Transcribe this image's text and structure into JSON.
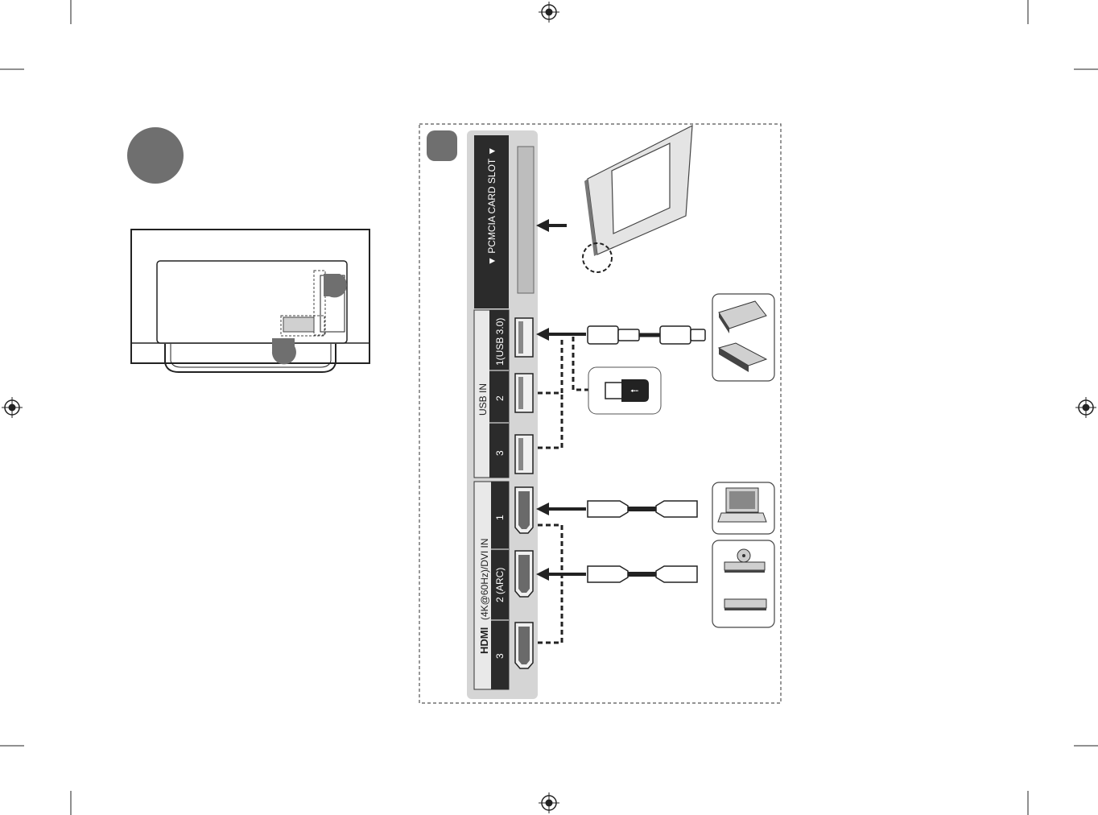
{
  "labels": {
    "pcmcia": "▼ PCMCIA CARD SLOT ▼",
    "usb_in": "USB IN",
    "usb_symbol": "⭠",
    "usb_port_1": "1(USB 3.0)",
    "usb_port_2": "2",
    "usb_port_3": "3",
    "hdmi_logo": "HDMI",
    "hdmi_title": "(4K@60Hz)/DVI IN",
    "hdmi_port_1": "1",
    "hdmi_port_2": "2 (ARC)",
    "hdmi_port_3": "3"
  },
  "colors": {
    "step_badge": "#6f6f6f",
    "panel_dark": "#2b2b2b",
    "panel_light": "#d5d5d5",
    "line": "#222222"
  },
  "icons": [
    "registration-mark-icon",
    "usb-hdd-icon",
    "usb-hub-icon",
    "usb-stick-icon",
    "laptop-icon",
    "dvd-player-icon",
    "set-top-box-icon",
    "ci-card-icon"
  ]
}
